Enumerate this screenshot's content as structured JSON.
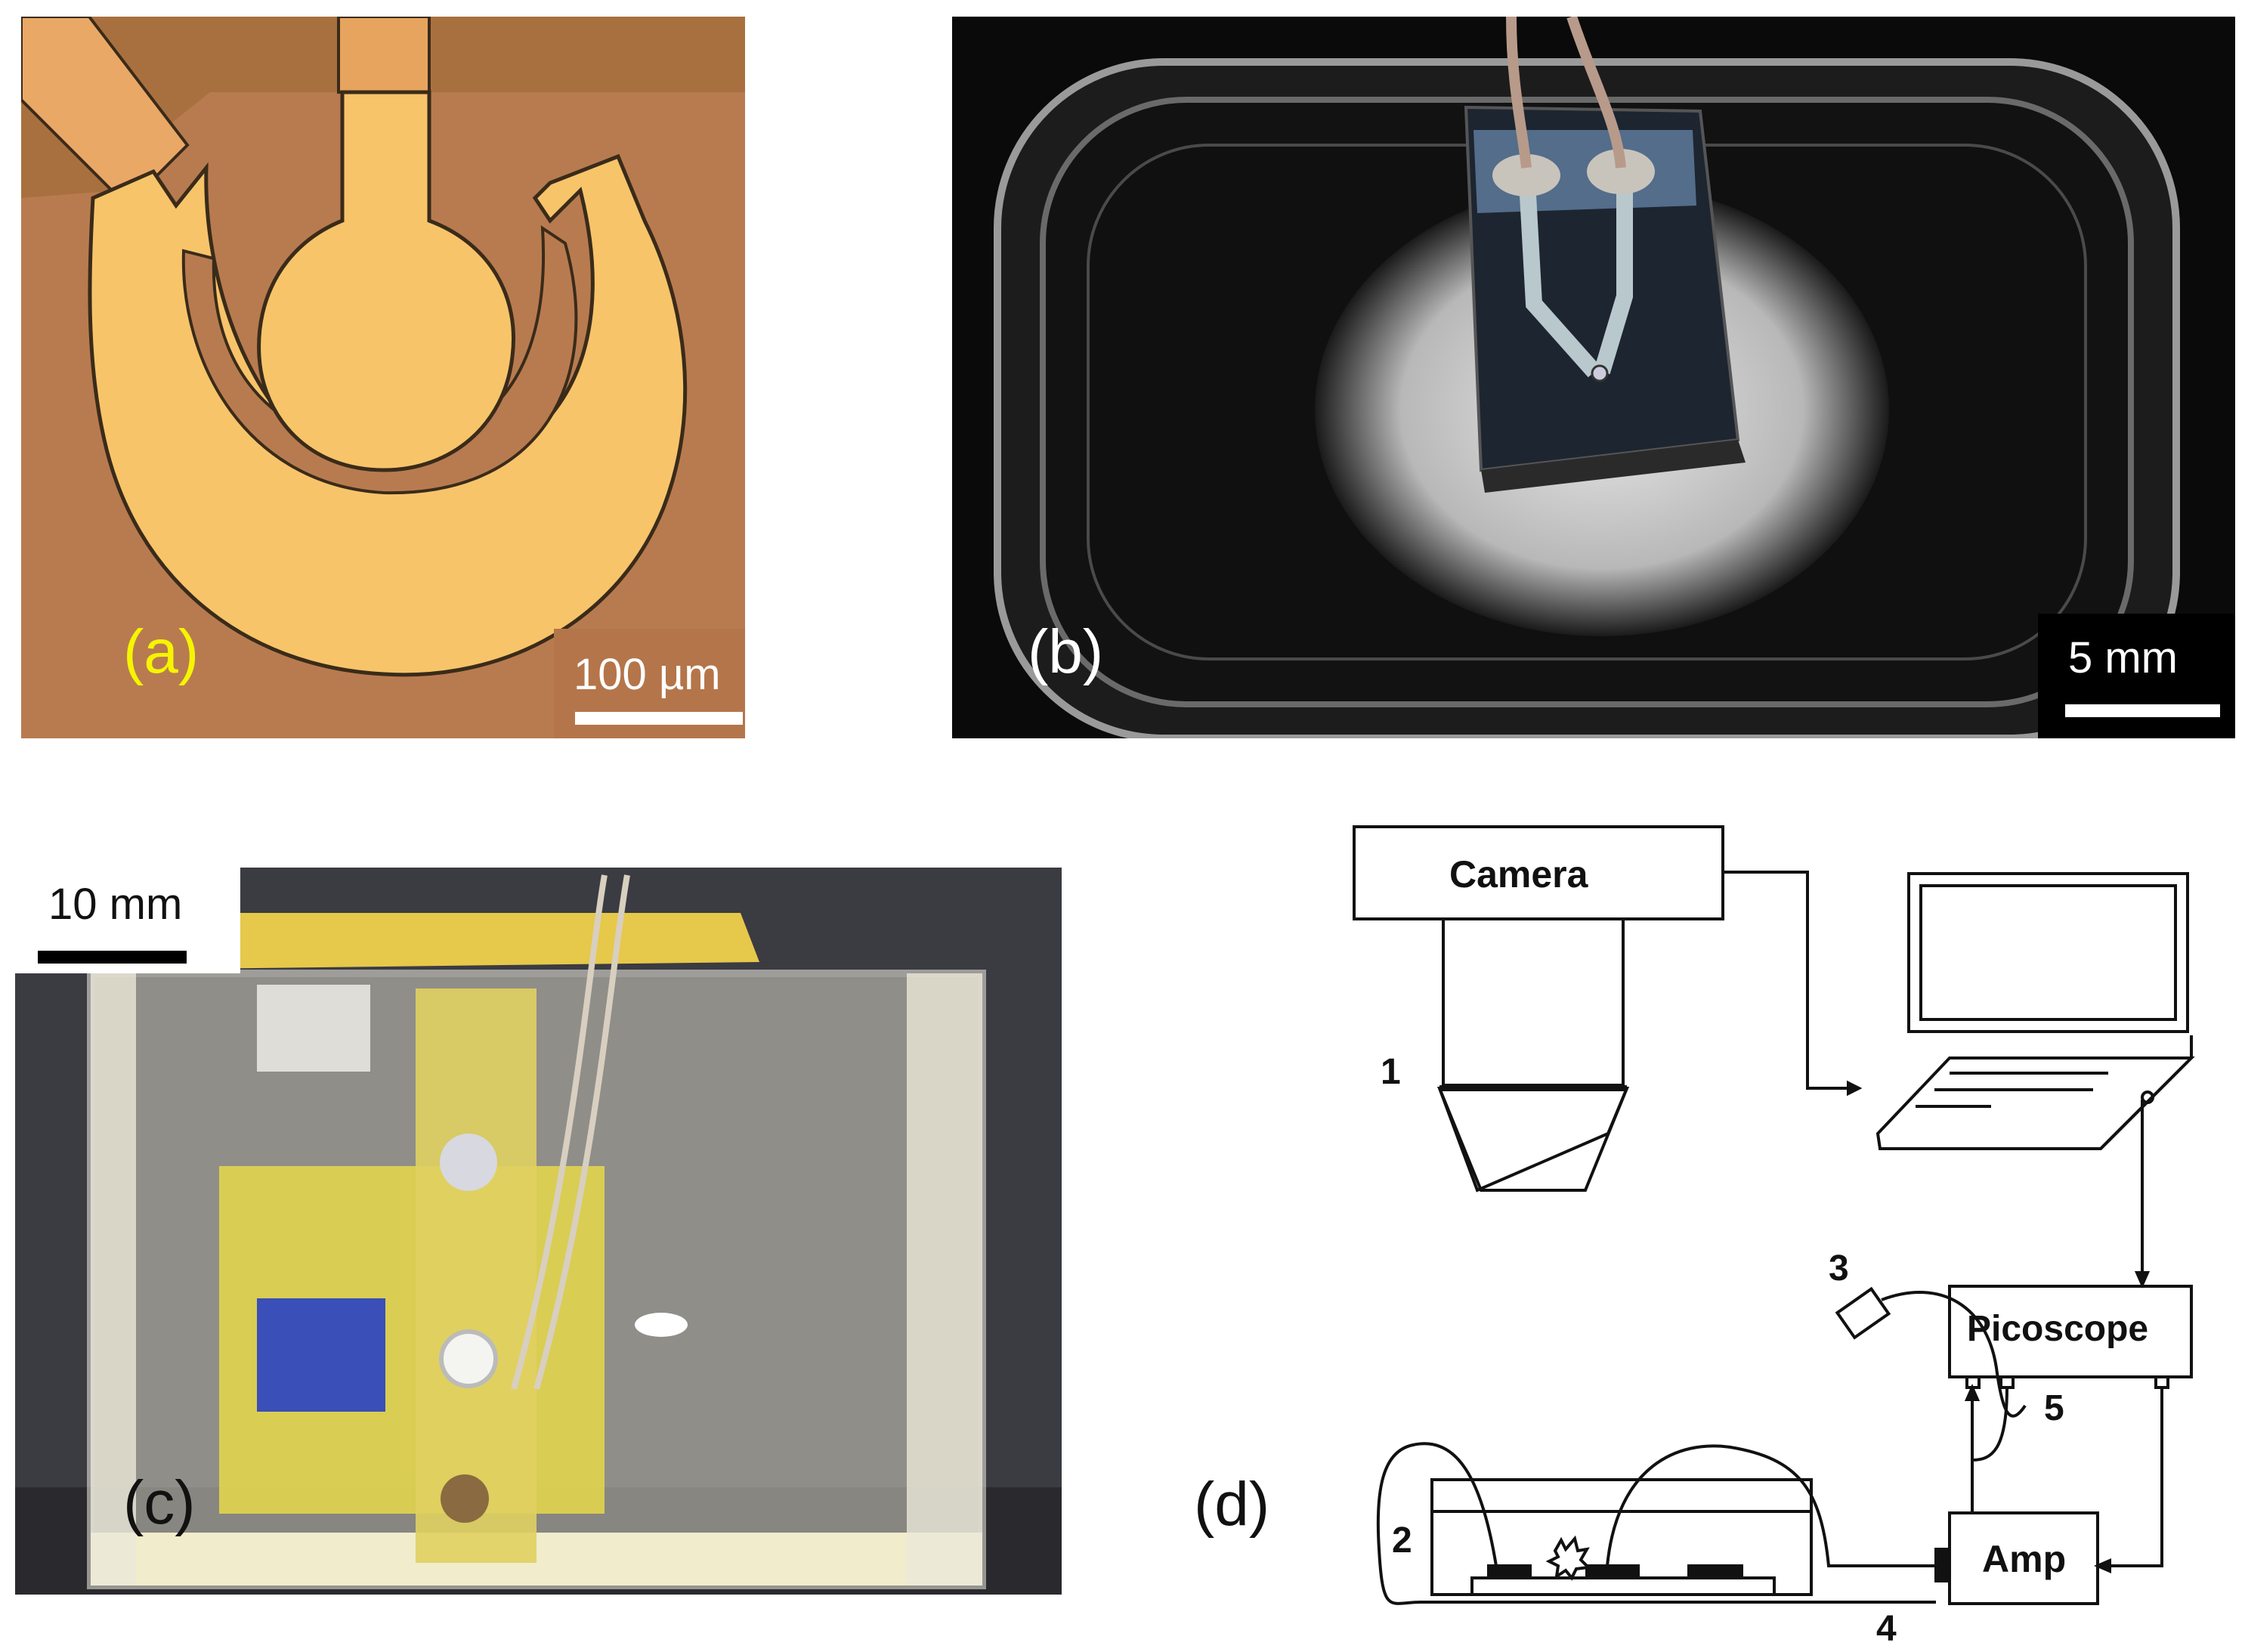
{
  "figure": {
    "panels": [
      {
        "id": "a",
        "label": "(a)",
        "scale_bar": "100 µm",
        "content": "micrograph"
      },
      {
        "id": "b",
        "label": "(b)",
        "scale_bar": "5 mm",
        "content": "photograph"
      },
      {
        "id": "c",
        "label": "(c)",
        "scale_bar": "10 mm",
        "content": "photograph"
      },
      {
        "id": "d",
        "label": "(d)",
        "content": "schematic"
      }
    ],
    "schematic": {
      "camera_label": "Camera",
      "picoscope_label": "Picoscope",
      "amp_label": "Amp",
      "numbers": [
        "1",
        "2",
        "3",
        "4",
        "5"
      ]
    }
  },
  "colors": {
    "label_a": "#f5f500",
    "label_b": "#ffffff",
    "electrode_gold": "#f7c46a",
    "substrate": "#b5754a",
    "film_yellow": "#e8d84a"
  }
}
